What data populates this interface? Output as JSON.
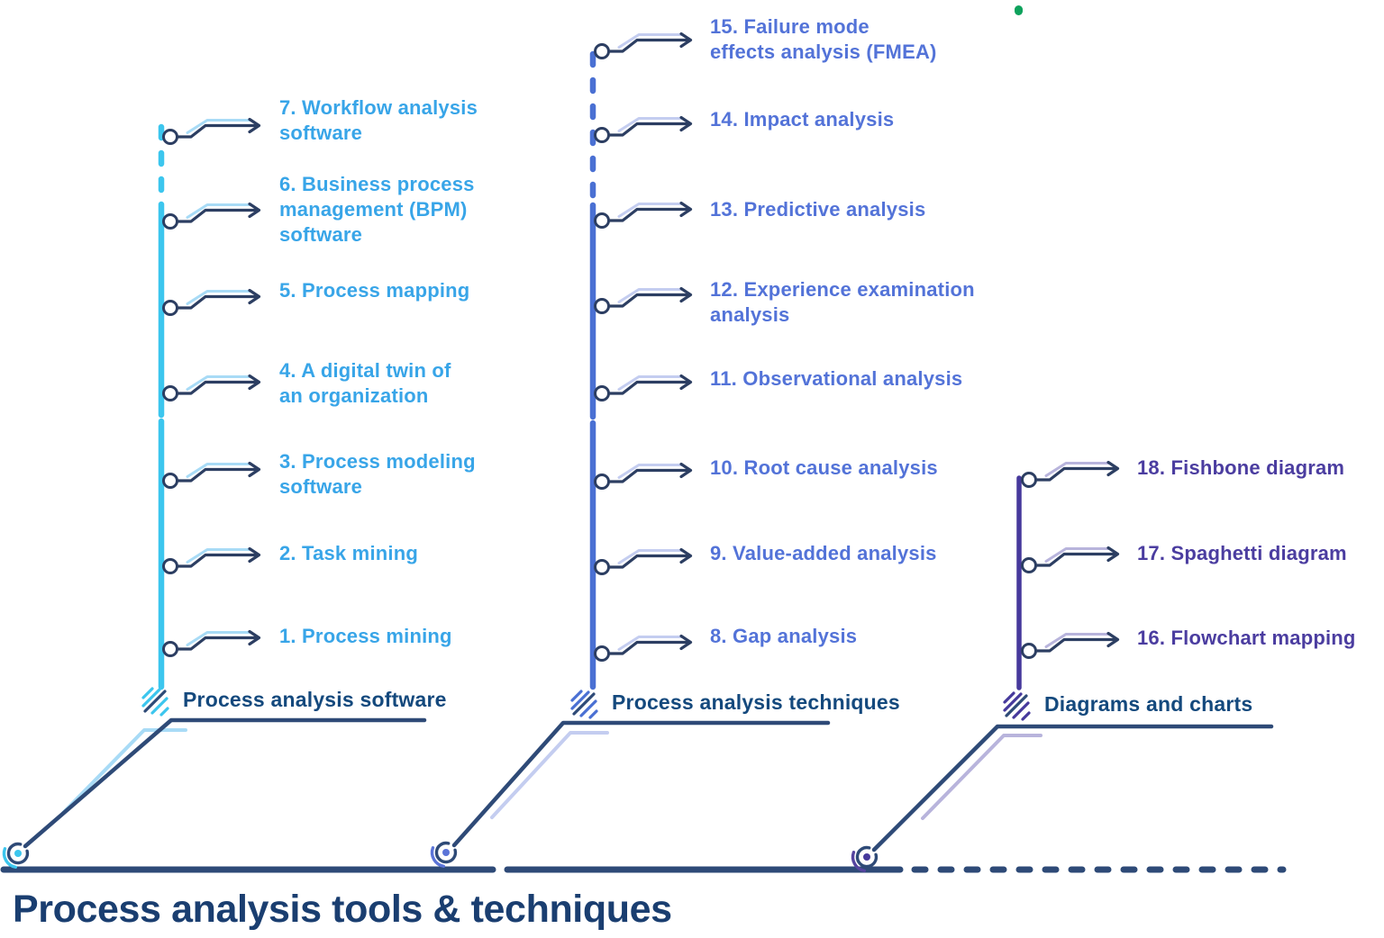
{
  "title": "Process analysis tools & techniques",
  "decorations": {
    "green_dot_color": "#0da25c"
  },
  "colors": {
    "connector_navy": "#2c3e62",
    "structure_navy": "#2e4a77",
    "section_label_text": "#14497d",
    "title_text": "#1a3e70"
  },
  "columns": [
    {
      "label": "Process analysis software",
      "accent": "#3cc6ee",
      "echo": "#a8dbf6",
      "text_color": "#38a5e8",
      "items": [
        {
          "label": "1. Process mining"
        },
        {
          "label": "2. Task mining"
        },
        {
          "label": "3. Process modeling\nsoftware"
        },
        {
          "label": "4. A digital twin of\nan organization"
        },
        {
          "label": "5. Process mapping"
        },
        {
          "label": "6. Business process\nmanagement (BPM)\nsoftware"
        },
        {
          "label": "7. Workflow analysis\nsoftware"
        }
      ]
    },
    {
      "label": "Process analysis techniques",
      "accent": "#4a70d3",
      "echo": "#c4cdf0",
      "text_color": "#5373d8",
      "items": [
        {
          "label": "8. Gap analysis"
        },
        {
          "label": "9. Value-added analysis"
        },
        {
          "label": "10. Root cause analysis"
        },
        {
          "label": "11. Observational analysis"
        },
        {
          "label": "12. Experience examination\nanalysis"
        },
        {
          "label": "13. Predictive analysis"
        },
        {
          "label": "14. Impact analysis"
        },
        {
          "label": "15. Failure mode\neffects analysis (FMEA)"
        }
      ]
    },
    {
      "label": "Diagrams and charts",
      "accent": "#46399c",
      "echo": "#b8b4dc",
      "text_color": "#4b3da0",
      "items": [
        {
          "label": "16. Flowchart mapping"
        },
        {
          "label": "17. Spaghetti diagram"
        },
        {
          "label": "18. Fishbone diagram"
        }
      ]
    }
  ]
}
